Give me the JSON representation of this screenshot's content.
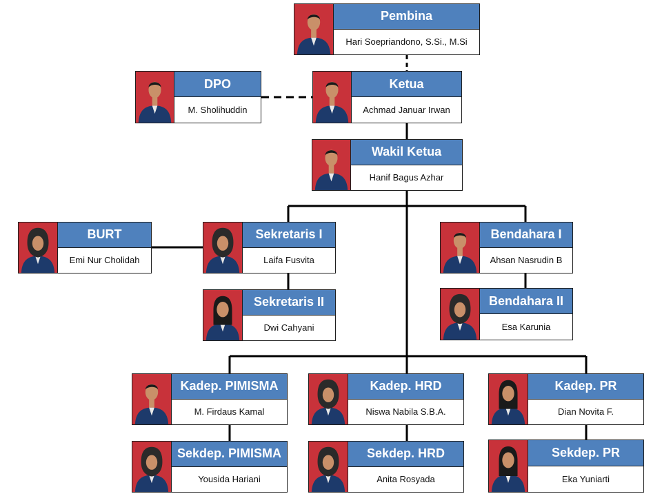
{
  "colors": {
    "title_bg": "#4f81bd",
    "title_text": "#ffffff",
    "photo_bg": "#c8323a",
    "line": "#000000",
    "border": "#1f1f1f"
  },
  "nodes": {
    "pembina": {
      "title": "Pembina",
      "name": "Hari Soepriandono,  S.Si., M.Si",
      "photo": "avatar-male-icon"
    },
    "dpo": {
      "title": "DPO",
      "name": "M. Sholihuddin",
      "photo": "avatar-male-icon"
    },
    "ketua": {
      "title": "Ketua",
      "name": "Achmad Januar Irwan",
      "photo": "avatar-male-icon"
    },
    "wakil_ketua": {
      "title": "Wakil Ketua",
      "name": "Hanif Bagus Azhar",
      "photo": "avatar-male-icon"
    },
    "burt": {
      "title": "BURT",
      "name": "Emi Nur Cholidah",
      "photo": "avatar-hijab-icon"
    },
    "sekretaris_1": {
      "title": "Sekretaris  I",
      "name": "Laifa Fusvita",
      "photo": "avatar-hijab-icon"
    },
    "sekretaris_2": {
      "title": "Sekretaris  II",
      "name": "Dwi Cahyani",
      "photo": "avatar-female-icon"
    },
    "bendahara_1": {
      "title": "Bendahara  I",
      "name": "Ahsan Nasrudin B",
      "photo": "avatar-male-icon"
    },
    "bendahara_2": {
      "title": "Bendahara  II",
      "name": "Esa Karunia",
      "photo": "avatar-hijab-icon"
    },
    "kadep_pimisma": {
      "title": "Kadep. PIMISMA",
      "name": "M. Firdaus Kamal",
      "photo": "avatar-male-icon"
    },
    "sekdep_pimisma": {
      "title": "Sekdep. PIMISMA",
      "name": "Yousida Hariani",
      "photo": "avatar-hijab-icon"
    },
    "kadep_hrd": {
      "title": "Kadep. HRD",
      "name": "Niswa Nabila S.B.A.",
      "photo": "avatar-hijab-icon"
    },
    "sekdep_hrd": {
      "title": "Sekdep. HRD",
      "name": "Anita Rosyada",
      "photo": "avatar-hijab-icon"
    },
    "kadep_pr": {
      "title": "Kadep.  PR",
      "name": "Dian Novita F.",
      "photo": "avatar-female-icon"
    },
    "sekdep_pr": {
      "title": "Sekdep.  PR",
      "name": "Eka Yuniarti",
      "photo": "avatar-female-icon"
    }
  }
}
